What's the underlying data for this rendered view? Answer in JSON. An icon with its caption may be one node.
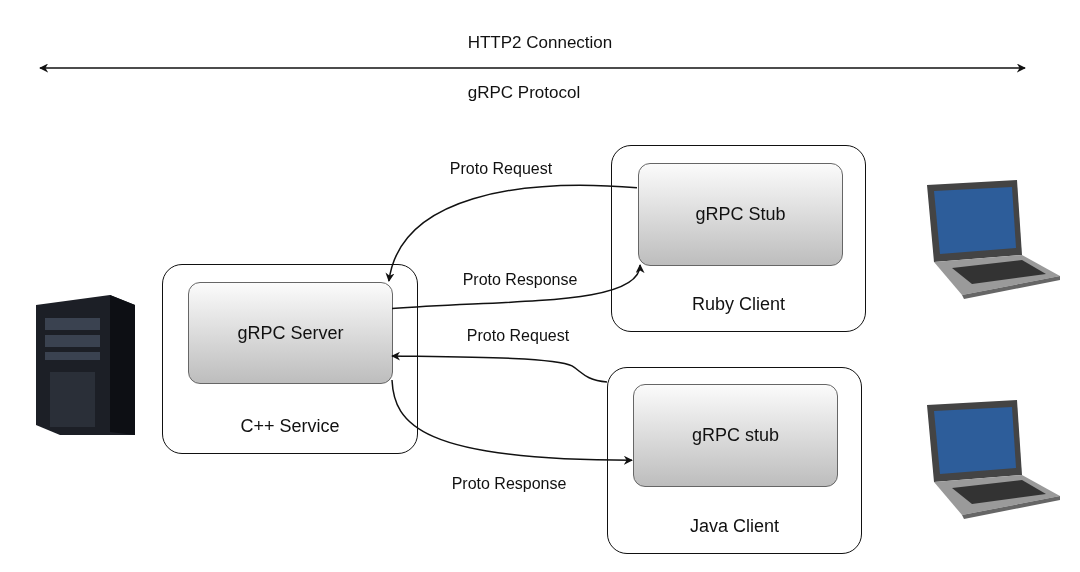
{
  "diagram": {
    "nodes": [
      {
        "text": [
          "C++ Service"
        ]
      },
      {
        "text": [
          "gRPC Server"
        ],
        "in": 0
      },
      {
        "text": [
          "Ruby Client"
        ]
      },
      {
        "text": [
          "gRPC Stub"
        ],
        "in": 2
      },
      {
        "text": [
          "Java Client"
        ]
      },
      {
        "text": [
          "gRPC stub"
        ],
        "in": 4
      }
    ],
    "edges": [
      {
        "from": 3,
        "to": 1,
        "arrow": "to",
        "label": "Proto Request"
      },
      {
        "from": 1,
        "to": 3,
        "arrow": "to",
        "label": "Proto Response"
      },
      {
        "from": 4,
        "to": 1,
        "arrow": "to",
        "label": "Proto Request"
      },
      {
        "from": 1,
        "to": 5,
        "arrow": "to",
        "label": "Proto Response"
      }
    ],
    "labels": [
      "HTTP2 Connection",
      "gRPC Protocol"
    ]
  }
}
